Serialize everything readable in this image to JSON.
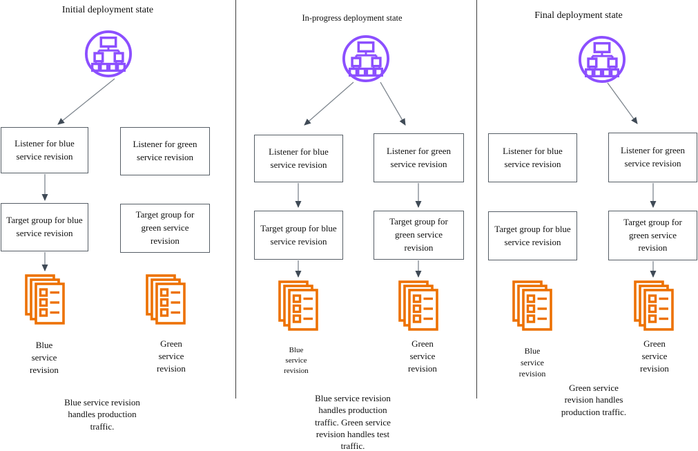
{
  "colors": {
    "load_balancer_purple": "#8C4FFF",
    "service_revision_orange": "#ED7100",
    "arrow_line_gray": "#7e868e",
    "arrow_head_slate": "#3f4a56",
    "box_border_gray": "#565e66"
  },
  "icons": {
    "load_balancer": "load-balancer-icon",
    "service_revision": "document-stack-icon"
  },
  "panels": [
    {
      "title": "Initial deployment state",
      "listener_blue": "Listener for blue\nservice revision",
      "listener_green": "Listener for green\nservice revision",
      "target_blue": "Target group for blue\nservice revision",
      "target_green": "Target group for\ngreen service\nrevision",
      "label_blue": "Blue\nservice\nrevision",
      "label_green": "Green\nservice\nrevision",
      "caption": "Blue service revision\nhandles production\ntraffic."
    },
    {
      "title": "In-progress deployment state",
      "listener_blue": "Listener for blue\nservice revision",
      "listener_green": "Listener for green\nservice revision",
      "target_blue": "Target group for blue\nservice revision",
      "target_green": "Target group for\ngreen service\nrevision",
      "label_blue": "Blue\nservice\nrevision",
      "label_green": "Green\nservice\nrevision",
      "caption": "Blue service revision\nhandles production\ntraffic. Green service\nrevision handles test\ntraffic."
    },
    {
      "title": "Final deployment state",
      "listener_blue": "Listener for blue\nservice revision",
      "listener_green": "Listener for green\nservice revision",
      "target_blue": "Target group for blue\nservice revision",
      "target_green": "Target group for\ngreen service\nrevision",
      "label_blue": "Blue\nservice\nrevision",
      "label_green": "Green\nservice\nrevision",
      "caption": "Green service\nrevision handles\nproduction traffic."
    }
  ]
}
